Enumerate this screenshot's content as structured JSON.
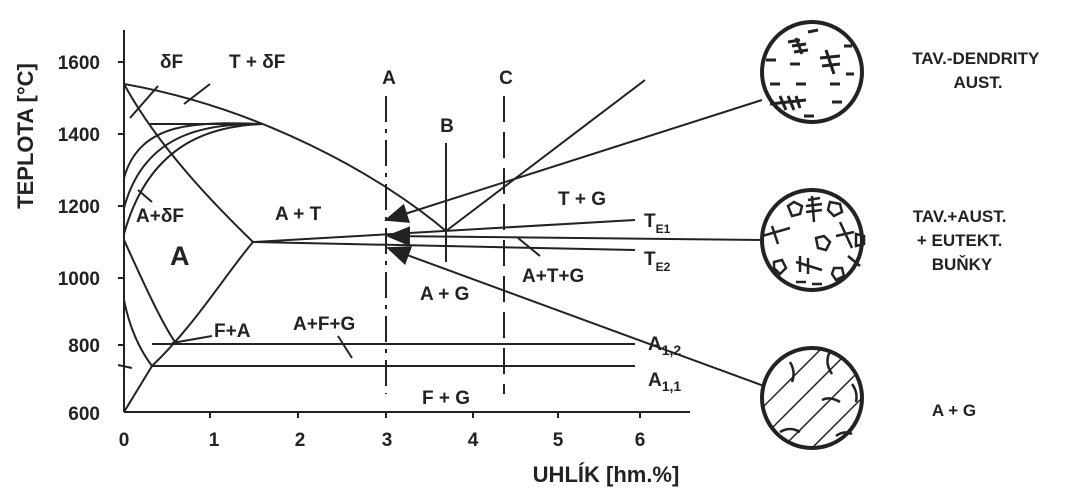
{
  "chart_data": {
    "type": "phase-diagram",
    "xlabel": "UHLÍK [hm.%]",
    "ylabel": "TEPLOTA [°C]",
    "xlim": [
      0,
      6.7
    ],
    "ylim": [
      600,
      1700
    ],
    "x_ticks": [
      "0",
      "1",
      "2",
      "3",
      "4",
      "5",
      "6"
    ],
    "y_ticks": [
      "600",
      "800",
      "1000",
      "1200",
      "1400",
      "1600"
    ],
    "region_labels": {
      "delta_f": "δF",
      "t_plus_delta_f": "T + δF",
      "a_plus_delta_f": "A+δF",
      "a": "A",
      "a_plus_t": "A + T",
      "t_plus_g": "T + G",
      "a_plus_t_plus_g": "A+T+G",
      "a_plus_g": "A + G",
      "f_plus_a": "F+A",
      "a_plus_f_plus_g": "A+F+G",
      "f_plus_g": "F + G"
    },
    "composition_lines": [
      {
        "label": "A",
        "x": 3.0
      },
      {
        "label": "B",
        "x": 3.7
      },
      {
        "label": "C",
        "x": 4.4
      }
    ],
    "temperature_lines": [
      {
        "label": "T",
        "sub": "E1"
      },
      {
        "label": "T",
        "sub": "E2"
      },
      {
        "label": "A",
        "sub": "1,2"
      },
      {
        "label": "A",
        "sub": "1,1"
      }
    ]
  },
  "structures": [
    {
      "caption_lines": [
        "TAV.-DENDRITY",
        "AUST."
      ]
    },
    {
      "caption_lines": [
        "TAV.+AUST.",
        "+ EUTEKT.",
        "BUŇKY"
      ]
    },
    {
      "caption_lines": [
        "A + G"
      ]
    }
  ]
}
